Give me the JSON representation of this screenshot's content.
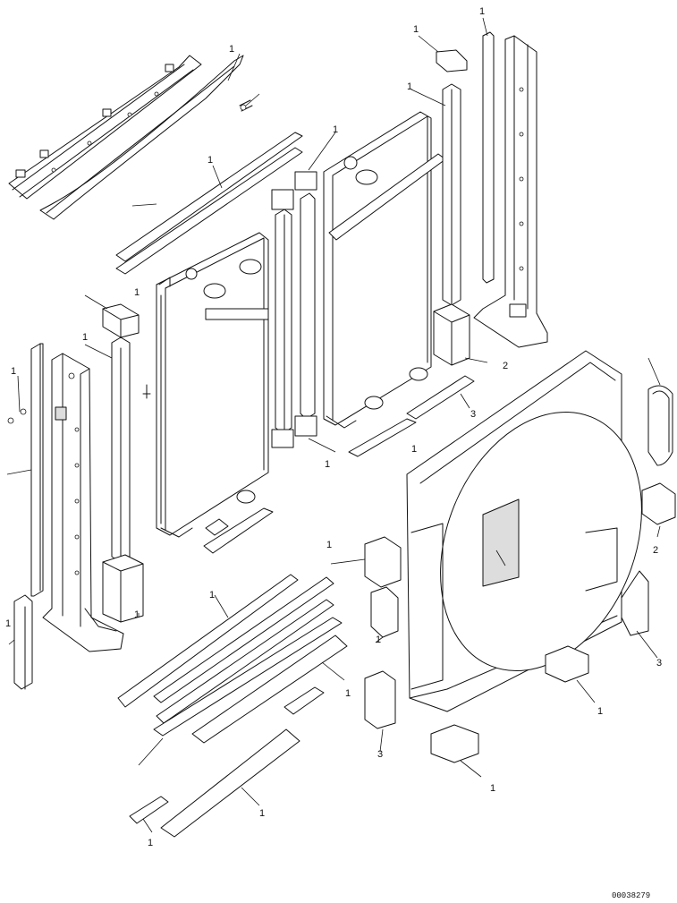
{
  "figure": {
    "doc_id": "00038279",
    "callouts": [
      {
        "text": "1"
      },
      {
        "text": "1"
      },
      {
        "text": "1"
      },
      {
        "text": "1"
      },
      {
        "text": "1"
      },
      {
        "text": "1"
      },
      {
        "text": "1"
      },
      {
        "text": "1"
      },
      {
        "text": "1"
      },
      {
        "text": "1"
      },
      {
        "text": "1"
      },
      {
        "text": "1"
      },
      {
        "text": "1"
      },
      {
        "text": "1"
      },
      {
        "text": "1"
      },
      {
        "text": "1"
      },
      {
        "text": "1"
      },
      {
        "text": "1"
      },
      {
        "text": "1"
      },
      {
        "text": "1"
      },
      {
        "text": "1"
      },
      {
        "text": "2"
      },
      {
        "text": "2"
      },
      {
        "text": "3"
      },
      {
        "text": "3"
      },
      {
        "text": "3"
      }
    ]
  }
}
